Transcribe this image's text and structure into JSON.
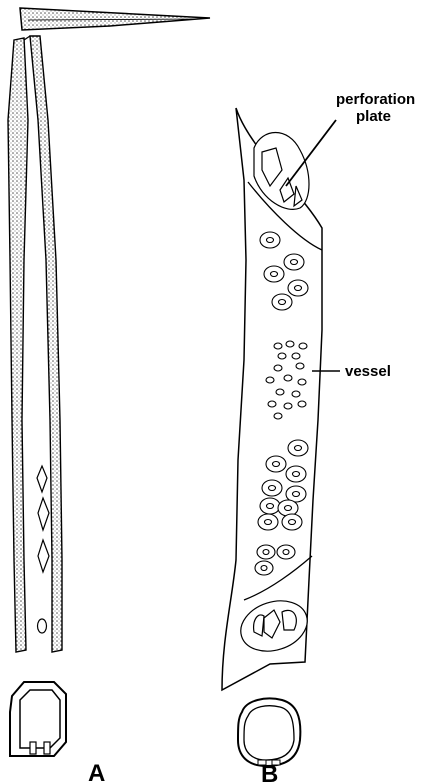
{
  "labels": {
    "perforation_line1": "perforation",
    "perforation_line2": "plate",
    "vessel": "vessel",
    "figure_a": "A",
    "figure_b": "B"
  },
  "colors": {
    "ink": "#000000",
    "background": "#ffffff",
    "stipple": "#9a9a9a"
  }
}
